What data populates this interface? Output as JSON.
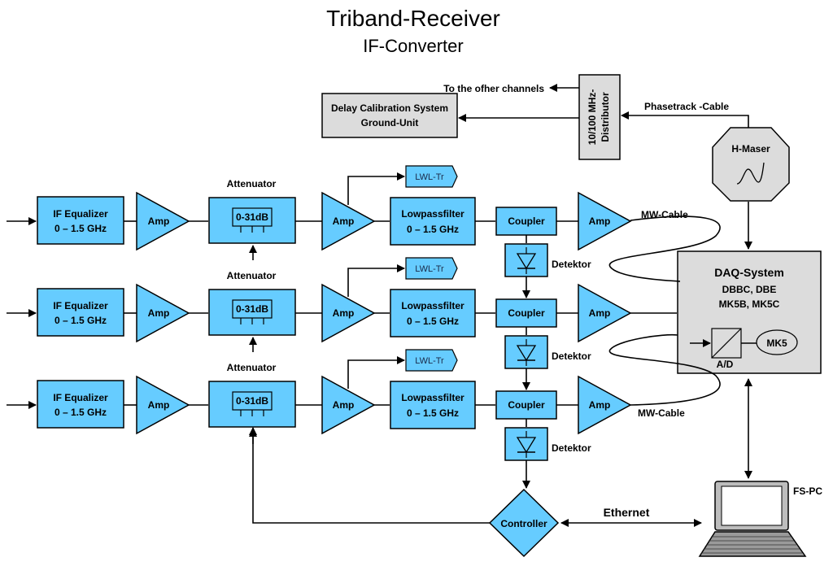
{
  "title": "Triband-Receiver",
  "subtitle": "IF-Converter",
  "chains": [
    {
      "equalizer": [
        "IF Equalizer",
        "0 – 1.5 GHz"
      ],
      "amp1": "Amp",
      "attenuator_title": "Attenuator",
      "attenuator_value": "0-31dB",
      "amp2": "Amp",
      "lwl": "LWL-Tr",
      "lowpass": [
        "Lowpassfilter",
        "0 – 1.5 GHz"
      ],
      "coupler": "Coupler",
      "amp3": "Amp",
      "detektor": "Detektor",
      "cable_label": "MW-Cable"
    },
    {
      "equalizer": [
        "IF Equalizer",
        "0 – 1.5 GHz"
      ],
      "amp1": "Amp",
      "attenuator_title": "Attenuator",
      "attenuator_value": "0-31dB",
      "amp2": "Amp",
      "lwl": "LWL-Tr",
      "lowpass": [
        "Lowpassfilter",
        "0 – 1.5 GHz"
      ],
      "coupler": "Coupler",
      "amp3": "Amp",
      "detektor": "Detektor",
      "cable_label": ""
    },
    {
      "equalizer": [
        "IF Equalizer",
        "0 – 1.5 GHz"
      ],
      "amp1": "Amp",
      "attenuator_title": "Attenuator",
      "attenuator_value": "0-31dB",
      "amp2": "Amp",
      "lwl": "LWL-Tr",
      "lowpass": [
        "Lowpassfilter",
        "0 – 1.5 GHz"
      ],
      "coupler": "Coupler",
      "amp3": "Amp",
      "detektor": "Detektor",
      "cable_label": "MW-Cable"
    }
  ],
  "delay_cal": [
    "Delay Calibration System",
    "Ground-Unit"
  ],
  "distributor": [
    "10/100 MHz-",
    "Distributor"
  ],
  "other_channels": "To the ofher channels",
  "phasetrack": "Phasetrack -Cable",
  "hmaser": "H-Maser",
  "daq": {
    "title": "DAQ-System",
    "lines": [
      "DBBC, DBE",
      "MK5B, MK5C"
    ],
    "ad": "A/D",
    "mk5": "MK5"
  },
  "controller": "Controller",
  "ethernet": "Ethernet",
  "fspc": "FS-PC",
  "colors": {
    "block": "#66ccff",
    "grey": "#dcdcdc"
  }
}
